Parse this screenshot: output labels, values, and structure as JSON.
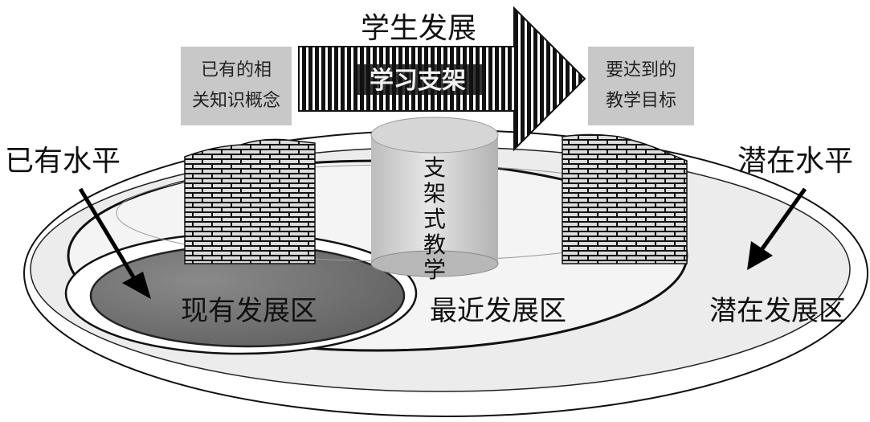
{
  "title": "学生发展",
  "arrow_label": "学习支架",
  "left_box": {
    "line1": "已有的相",
    "line2": "关知识概念"
  },
  "right_box": {
    "line1": "要达到的",
    "line2": "教学目标"
  },
  "cylinder_label": [
    "支",
    "架",
    "式",
    "教",
    "学"
  ],
  "level_left": "已有水平",
  "level_right": "潜在水平",
  "zones": {
    "current": "现有发展区",
    "proximal": "最近发展区",
    "potential": "潜在发展区"
  }
}
